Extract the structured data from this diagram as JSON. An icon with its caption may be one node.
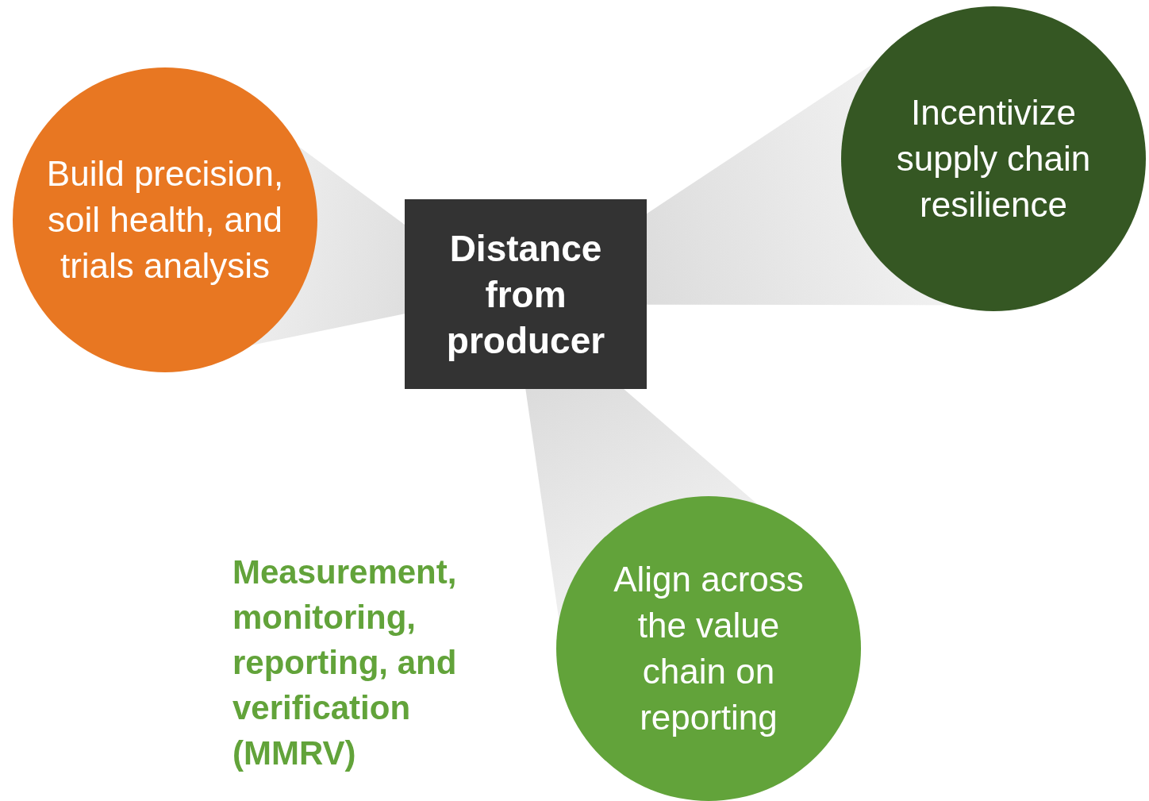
{
  "diagram": {
    "nodes": [
      {
        "text": [
          "Distance from producer"
        ]
      },
      {
        "text": [
          "Build precision, soil health, and trials analysis"
        ]
      },
      {
        "text": [
          "Incentivize supply chain resilience"
        ]
      },
      {
        "text": [
          "Align across the value chain on reporting"
        ]
      }
    ],
    "edges": [
      {
        "from": 0,
        "to": 1,
        "arrow": "none"
      },
      {
        "from": 0,
        "to": 2,
        "arrow": "none"
      },
      {
        "from": 0,
        "to": 3,
        "arrow": "none"
      }
    ],
    "labels": [
      "Measurement, monitoring, reporting, and verification (MMRV)"
    ]
  }
}
